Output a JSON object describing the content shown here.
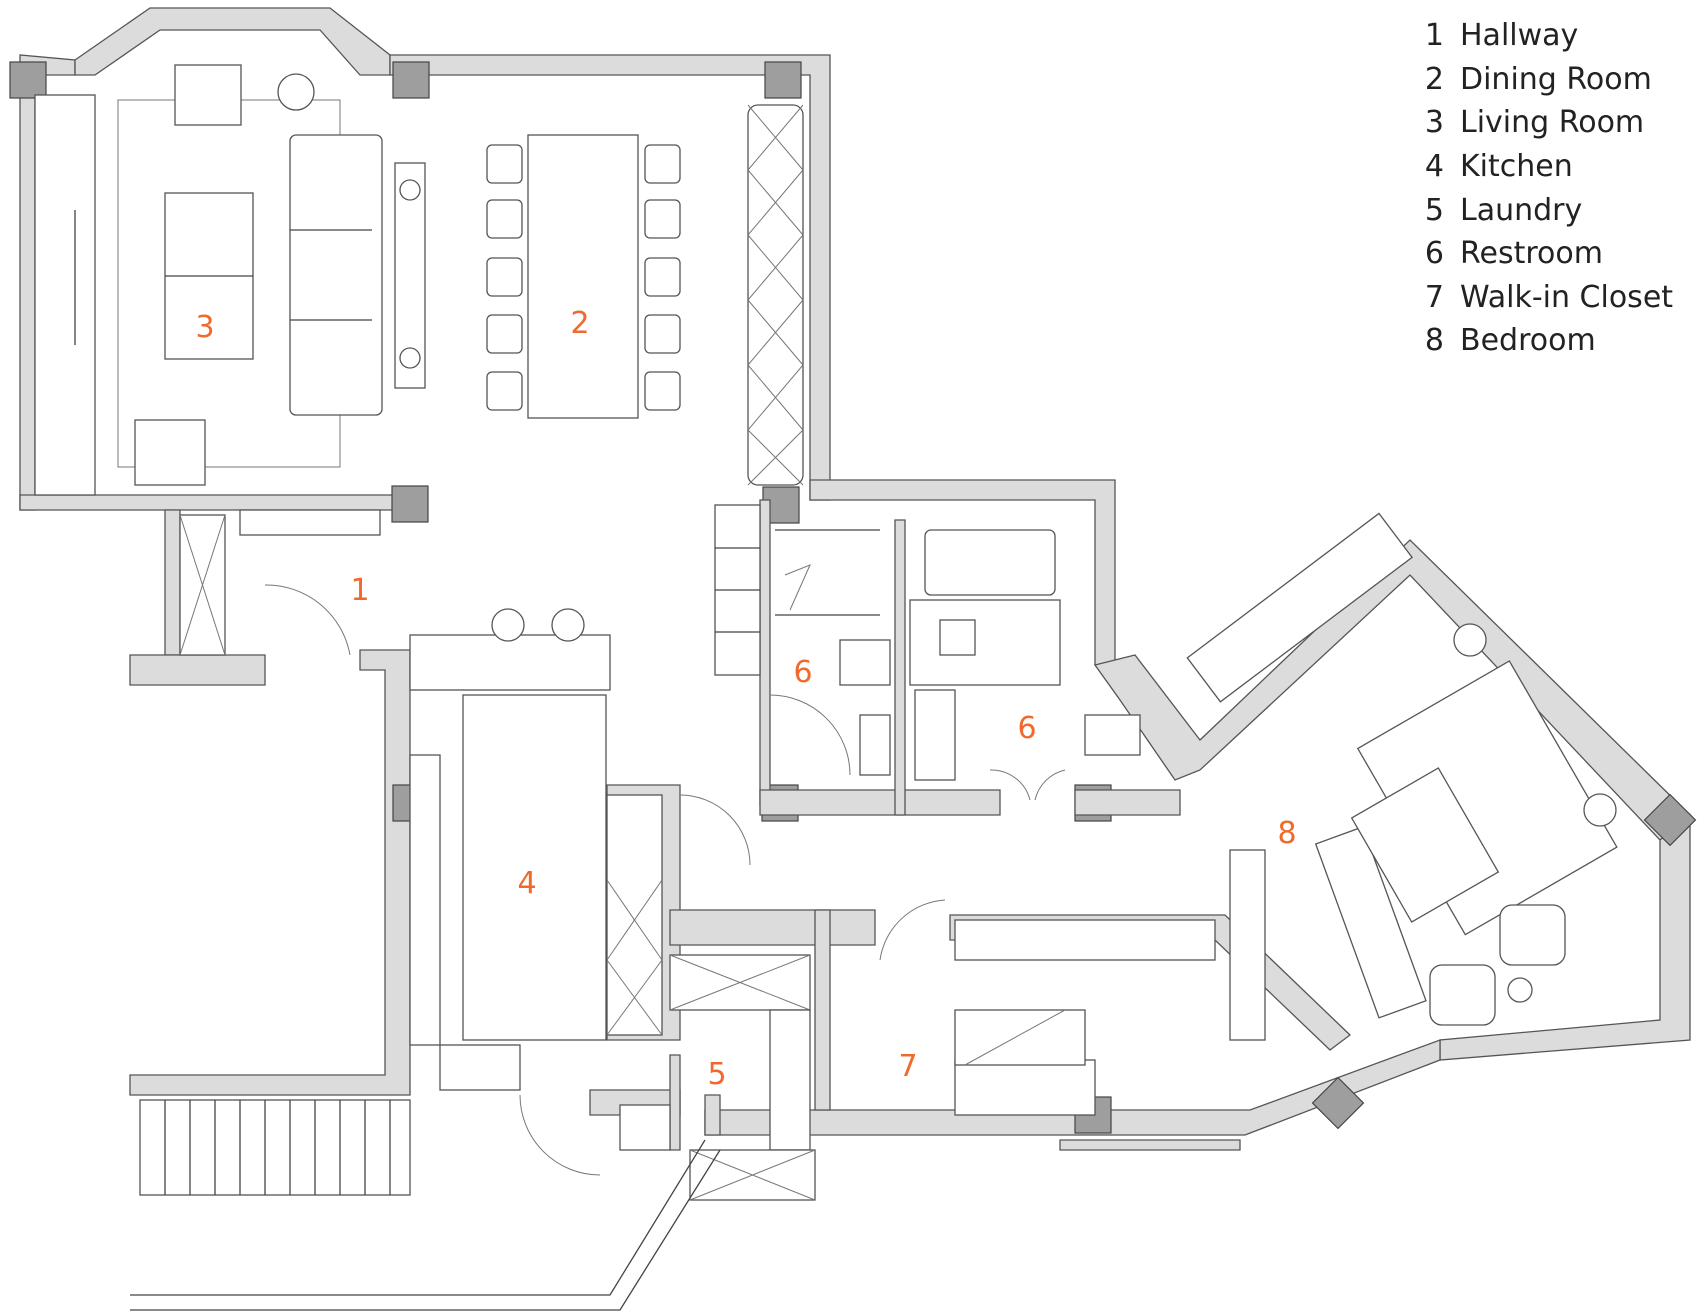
{
  "legend": [
    {
      "num": "1",
      "label": "Hallway"
    },
    {
      "num": "2",
      "label": "Dining Room"
    },
    {
      "num": "3",
      "label": "Living Room"
    },
    {
      "num": "4",
      "label": "Kitchen"
    },
    {
      "num": "5",
      "label": "Laundry"
    },
    {
      "num": "6",
      "label": "Restroom"
    },
    {
      "num": "7",
      "label": "Walk-in Closet"
    },
    {
      "num": "8",
      "label": "Bedroom"
    }
  ],
  "rooms": {
    "hallway": "1",
    "dining": "2",
    "living": "3",
    "kitchen": "4",
    "laundry": "5",
    "restroom_a": "6",
    "restroom_b": "6",
    "closet": "7",
    "bedroom": "8"
  },
  "colors": {
    "room_label": "#f06a2c",
    "wall_fill": "#dcdcdc",
    "column_fill": "#9e9e9e"
  }
}
